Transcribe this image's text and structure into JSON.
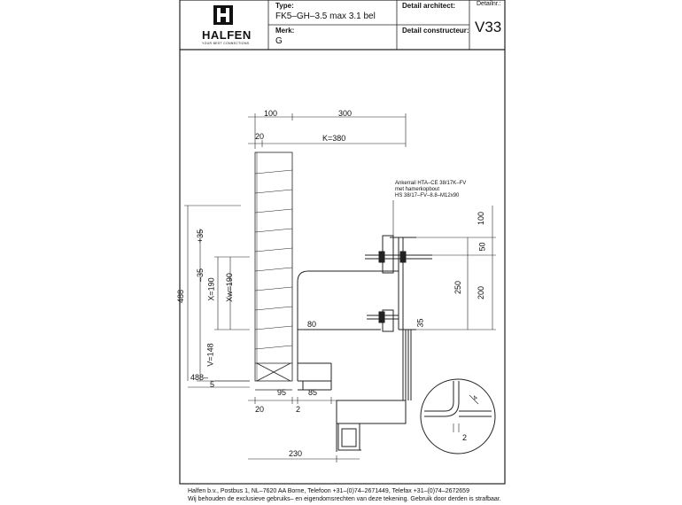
{
  "title_block": {
    "logo_text": "HALFEN",
    "logo_tagline": "YOUR BEST CONNECTIONS",
    "type_label": "Type:",
    "type_value": "FK5–GH–3.5 max 3.1 bel",
    "merk_label": "Merk:",
    "merk_value": "G",
    "detail_architect_label": "Detail architect:",
    "detail_constructeur_label": "Detail constructeur:",
    "detail_nr_label": "Detailnr.:",
    "detail_nr_value": "V33"
  },
  "dimensions": {
    "top_100": "100",
    "top_300": "300",
    "top_20": "20",
    "k380": "K=380",
    "dim_488": "488",
    "dim_488_mark": "488–",
    "plus35": "+35",
    "minus35": "–35",
    "x190": "X=190",
    "xw190": "Xw=190",
    "v148": "V=148",
    "five": "5",
    "eighty": "80",
    "right_100": "100",
    "right_50": "50",
    "right_250": "250",
    "right_200": "200",
    "right_35": "35",
    "bottom_95": "95",
    "bottom_85": "85",
    "bottom_20": "20",
    "bottom_2": "2",
    "bottom_230": "230",
    "detail_2": "2",
    "detail_4": "4"
  },
  "annotation": {
    "line1": "Ankerrail HTA–CE 38/17K–FV",
    "line2": "met hamerkopbout",
    "line3": "HS 38/17–FV–8.8–M12x90"
  },
  "footer": {
    "line1": "Halfen b.v., Postbus 1, NL–7620 AA Borne, Telefoon +31–(0)74–2671449, Telefax +31–(0)74–2672659",
    "line2": "Wij behouden de exclusieve gebruiks– en eigendomsrechten van deze tekening. Gebruik door derden is strafbaar."
  }
}
